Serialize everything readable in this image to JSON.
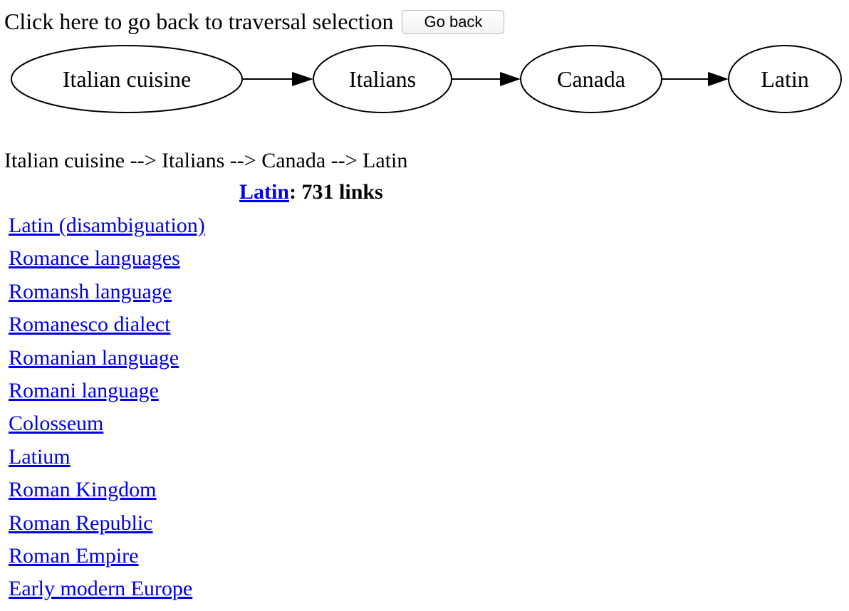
{
  "header": {
    "instruction": "Click here to go back to traversal selection",
    "go_back_label": "Go back"
  },
  "graph": {
    "nodes": [
      "Italian cuisine",
      "Italians",
      "Canada",
      "Latin"
    ]
  },
  "path_text": "Italian cuisine --> Italians --> Canada --> Latin",
  "links": {
    "page_title": "Latin",
    "count_text": ": 731 links",
    "items": [
      "Latin (disambiguation)",
      "Romance languages",
      "Romansh language",
      "Romanesco dialect",
      "Romanian language",
      "Romani language",
      "Colosseum",
      "Latium",
      "Roman Kingdom",
      "Roman Republic",
      "Roman Empire",
      "Early modern Europe"
    ]
  }
}
